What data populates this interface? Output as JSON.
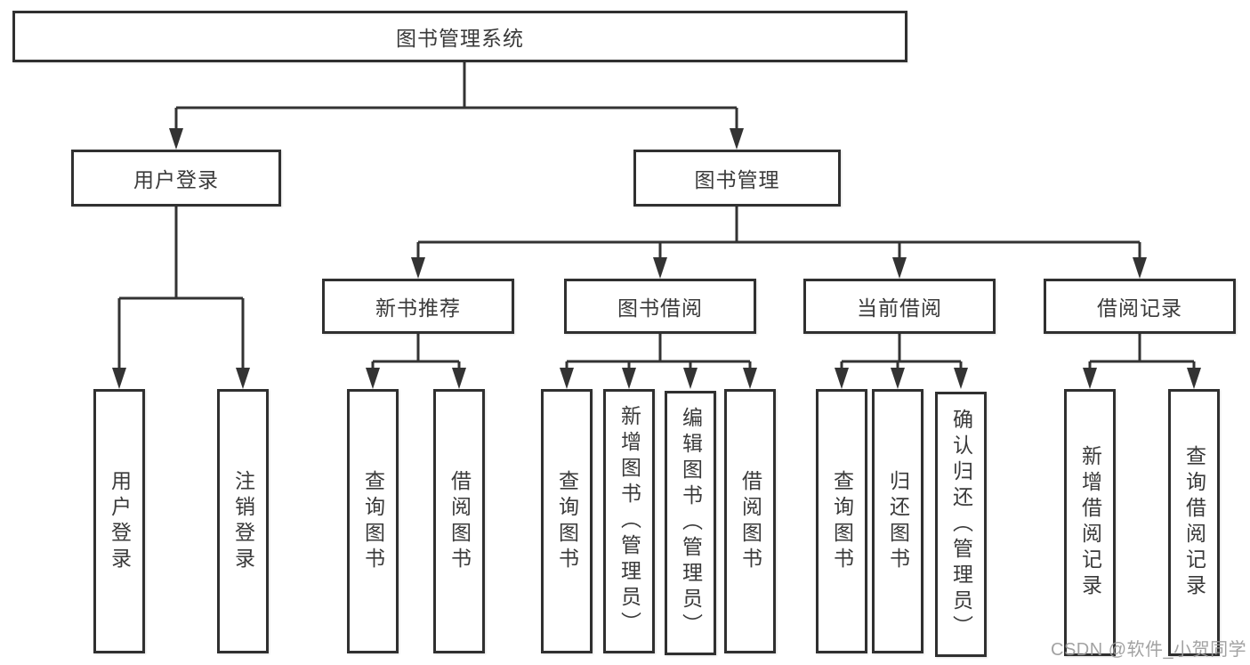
{
  "tree": {
    "root": {
      "label": "图书管理系统",
      "children": [
        {
          "label": "用户登录",
          "children": [
            {
              "label": "用户登录"
            },
            {
              "label": "注销登录"
            }
          ]
        },
        {
          "label": "图书管理",
          "children": [
            {
              "label": "新书推荐",
              "children": [
                {
                  "label": "查询图书"
                },
                {
                  "label": "借阅图书"
                }
              ]
            },
            {
              "label": "图书借阅",
              "children": [
                {
                  "label": "查询图书"
                },
                {
                  "label": "新增图书（管理员）"
                },
                {
                  "label": "编辑图书（管理员）"
                },
                {
                  "label": "借阅图书"
                }
              ]
            },
            {
              "label": "当前借阅",
              "children": [
                {
                  "label": "查询图书"
                },
                {
                  "label": "归还图书"
                },
                {
                  "label": "确认归还（管理员）"
                }
              ]
            },
            {
              "label": "借阅记录",
              "children": [
                {
                  "label": "新增借阅记录"
                },
                {
                  "label": "查询借阅记录"
                }
              ]
            }
          ]
        }
      ]
    }
  },
  "watermark": {
    "text": "CSDN @软件_小贺同学"
  },
  "colors": {
    "line": "#333333",
    "box_border": "#303030",
    "text": "#3a3a3a",
    "background": "#ffffff",
    "watermark": "#9b9b9b"
  }
}
